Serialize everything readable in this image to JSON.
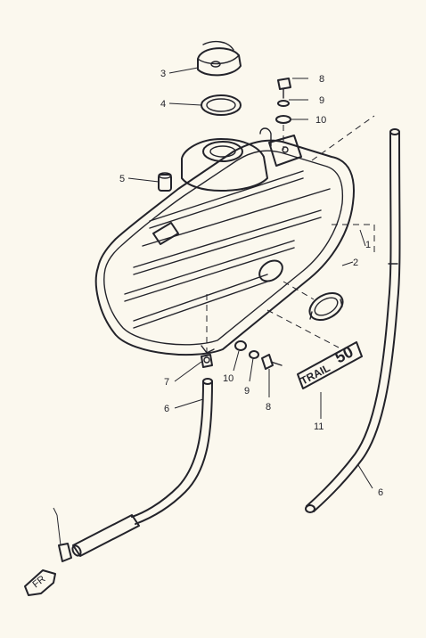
{
  "diagram": {
    "callouts": [
      {
        "id": "c-tank",
        "label": "1"
      },
      {
        "id": "c-tank-cap",
        "label": "2"
      },
      {
        "id": "c-filler-cap",
        "label": "3"
      },
      {
        "id": "c-gasket",
        "label": "4"
      },
      {
        "id": "c-damper",
        "label": "5"
      },
      {
        "id": "c-hose-left",
        "label": "6"
      },
      {
        "id": "c-hose-right",
        "label": "6"
      },
      {
        "id": "c-cock",
        "label": "7"
      },
      {
        "id": "c-bolt-top",
        "label": "8"
      },
      {
        "id": "c-washer-top",
        "label": "9"
      },
      {
        "id": "c-washer-top2",
        "label": "10"
      },
      {
        "id": "c-washer-low",
        "label": "10"
      },
      {
        "id": "c-spring-low",
        "label": "9"
      },
      {
        "id": "c-bolt-low",
        "label": "8"
      },
      {
        "id": "c-emblem",
        "label": "11"
      }
    ],
    "emblem_text": "TRAIL",
    "emblem_number": "50",
    "front_marker": "FR"
  }
}
